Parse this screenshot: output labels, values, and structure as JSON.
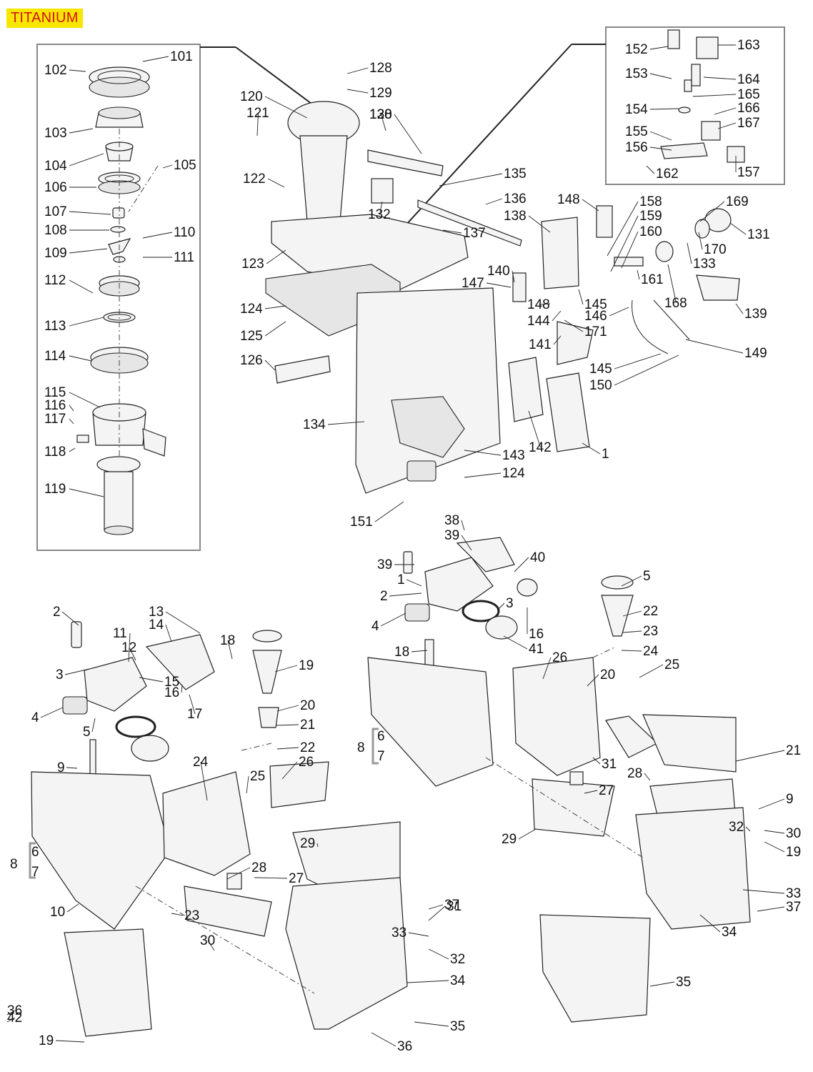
{
  "model_tag": "TITANIUM",
  "colors": {
    "tag_background": "#f7e600",
    "tag_text": "#d41414",
    "bracket": "#9a9a9a"
  },
  "bracket_labels": {
    "left_group": [
      "8",
      "6",
      "7"
    ],
    "right_group": [
      "8",
      "6",
      "7"
    ]
  },
  "callouts": [
    "101",
    "102",
    "103",
    "104",
    "105",
    "106",
    "107",
    "108",
    "109",
    "110",
    "111",
    "112",
    "113",
    "114",
    "115",
    "116",
    "117",
    "118",
    "119",
    "120",
    "121",
    "122",
    "123",
    "124",
    "125",
    "126",
    "128",
    "129",
    "128",
    "130",
    "132",
    "134",
    "135",
    "136",
    "137",
    "138",
    "140",
    "147",
    "148",
    "144",
    "145",
    "146",
    "171",
    "141",
    "142",
    "143",
    "124",
    "151",
    "152",
    "153",
    "154",
    "155",
    "156",
    "162",
    "163",
    "164",
    "165",
    "166",
    "167",
    "157",
    "148",
    "158",
    "159",
    "160",
    "161",
    "168",
    "169",
    "170",
    "133",
    "131",
    "139",
    "149",
    "145",
    "150",
    "1",
    "2",
    "3",
    "4",
    "5",
    "9",
    "10",
    "11",
    "12",
    "13",
    "14",
    "15",
    "16",
    "17",
    "18",
    "19",
    "20",
    "21",
    "22",
    "23",
    "24",
    "25",
    "26",
    "27",
    "28",
    "29",
    "30",
    "31",
    "32",
    "33",
    "34",
    "35",
    "36",
    "37",
    "19",
    "38",
    "39",
    "40",
    "39",
    "1",
    "2",
    "4",
    "3",
    "16",
    "41",
    "18",
    "5",
    "22",
    "23",
    "24",
    "25",
    "26",
    "20",
    "21",
    "31",
    "28",
    "27",
    "29",
    "9",
    "30",
    "19",
    "32",
    "33",
    "37",
    "34",
    "35",
    "36",
    "42"
  ]
}
